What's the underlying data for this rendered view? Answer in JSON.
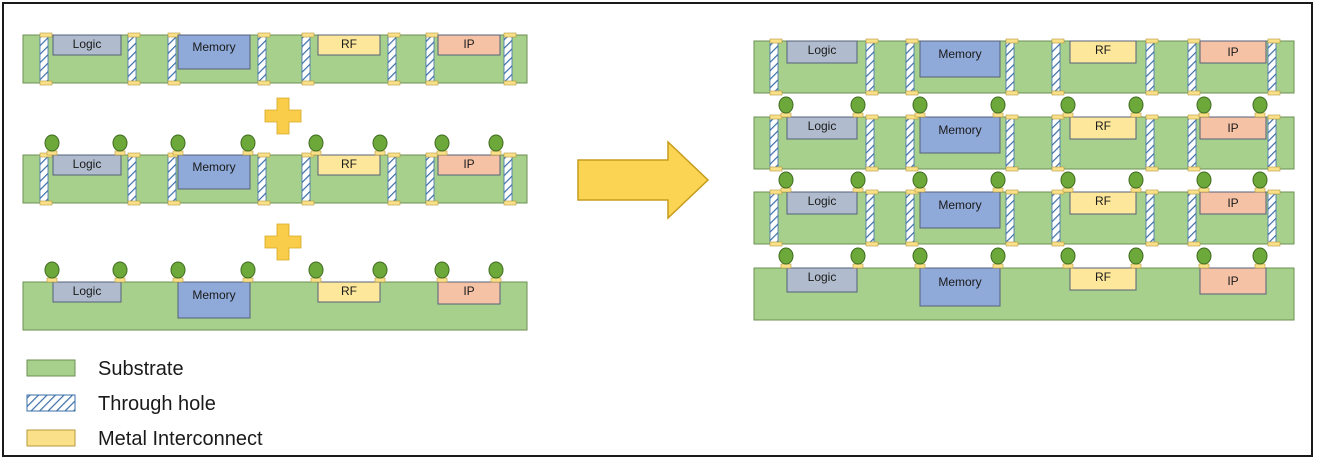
{
  "colors": {
    "substrate": "#a8d08d",
    "substrate_stroke": "#6b8f52",
    "through_hole": "#ffffff",
    "through_hole_stripe": "#3b6ea8",
    "metal": "#fbe08a",
    "metal_stroke": "#b59a3c",
    "bump": "#6ca83a",
    "bump_stroke": "#3e6b1f",
    "plus": "#f9cc4a",
    "arrow": "#fcd453",
    "arrow_stroke": "#c59b1c",
    "chip_logic": "#b0bccd",
    "chip_memory": "#8fa9d9",
    "chip_rf": "#fde79a",
    "chip_ip": "#f5c2a6",
    "chip_stroke": "#55607a"
  },
  "chips": {
    "logic": "Logic",
    "memory": "Memory",
    "rf": "RF",
    "ip": "IP"
  },
  "legend": {
    "substrate": "Substrate",
    "through_hole": "Through hole",
    "metal": "Metal Interconnect"
  },
  "icons": {
    "plus": "plus-icon",
    "arrow": "right-arrow-icon"
  }
}
